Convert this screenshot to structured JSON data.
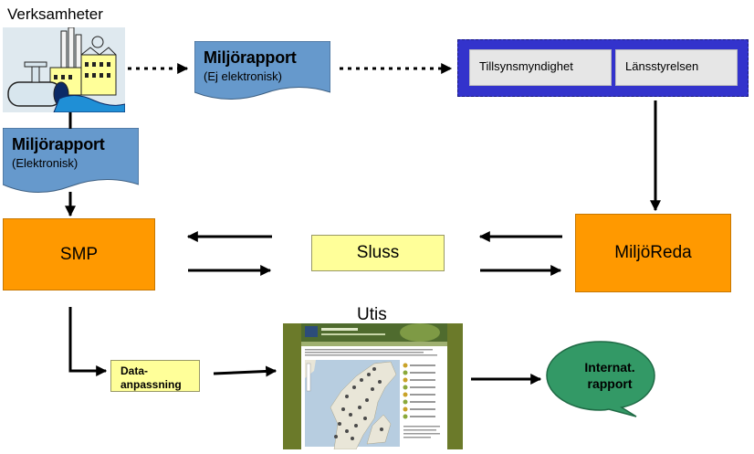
{
  "nodes": {
    "verksamheter": {
      "label": "Verksamheter"
    },
    "miljorapport_ej": {
      "title": "Miljörapport",
      "subtitle": "(Ej elektronisk)"
    },
    "miljorapport_el": {
      "title": "Miljörapport",
      "subtitle": "(Elektronisk)"
    },
    "authority": {
      "cells": [
        "Tillsynsmyndighet",
        "Länsstyrelsen"
      ]
    },
    "smp": {
      "label": "SMP"
    },
    "sluss": {
      "label": "Sluss"
    },
    "miljoreda": {
      "label": "MiljöReda"
    },
    "utis": {
      "label": "Utis"
    },
    "dataanpassning": {
      "line1": "Data-",
      "line2": "anpassning"
    },
    "internat": {
      "line1": "Internat.",
      "line2": "rapport"
    }
  },
  "colors": {
    "doc_fill": "#6699cc",
    "authority_fill": "#3333cc",
    "orange": "#ff9900",
    "yellow": "#ffff99",
    "internat_fill": "#339966"
  }
}
